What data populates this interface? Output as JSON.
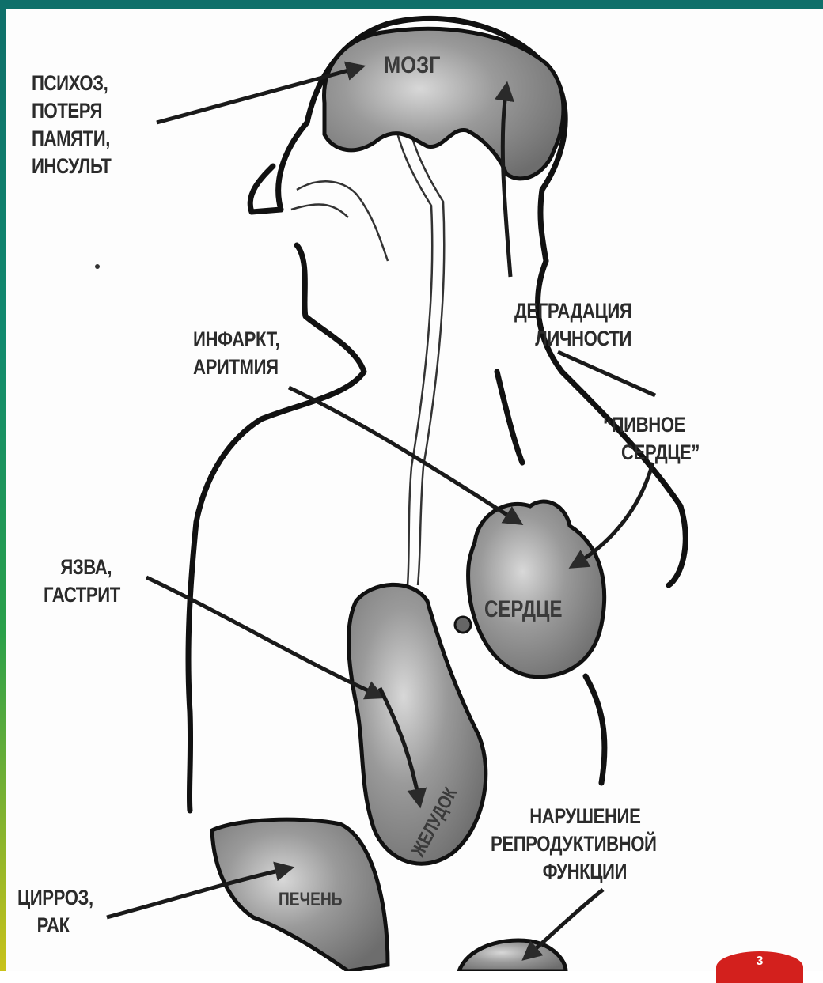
{
  "organs": {
    "brain": "МОЗГ",
    "heart": "СЕРДЦЕ",
    "stomach": "ЖЕЛУДОК",
    "liver": "ПЕЧЕНЬ"
  },
  "labels": {
    "brain_disease": [
      "ПСИХОЗ,",
      "ПОТЕРЯ",
      "ПАМЯТИ,",
      "ИНСУЛЬТ"
    ],
    "degradation": [
      "ДЕГРАДАЦИЯ",
      "ЛИЧНОСТИ"
    ],
    "infarct": [
      "ИНФАРКТ,",
      "АРИТМИЯ"
    ],
    "beer_heart": [
      "“ПИВНОЕ",
      "СЕРДЦЕ”"
    ],
    "ulcer": [
      "ЯЗВА,",
      "ГАСТРИТ"
    ],
    "reproductive": [
      "НАРУШЕНИЕ",
      "РЕПРОДУКТИВНОЙ",
      "ФУНКЦИИ"
    ],
    "cirrhosis": [
      "ЦИРРОЗ,",
      "РАК"
    ]
  },
  "badge": "3",
  "colors": {
    "frame_top": "#0f6f6a",
    "frame_bottom": "#c9c21a",
    "organ_fill": "#9a9a9a",
    "outline": "#1a1a1a",
    "badge": "#d3201d"
  }
}
